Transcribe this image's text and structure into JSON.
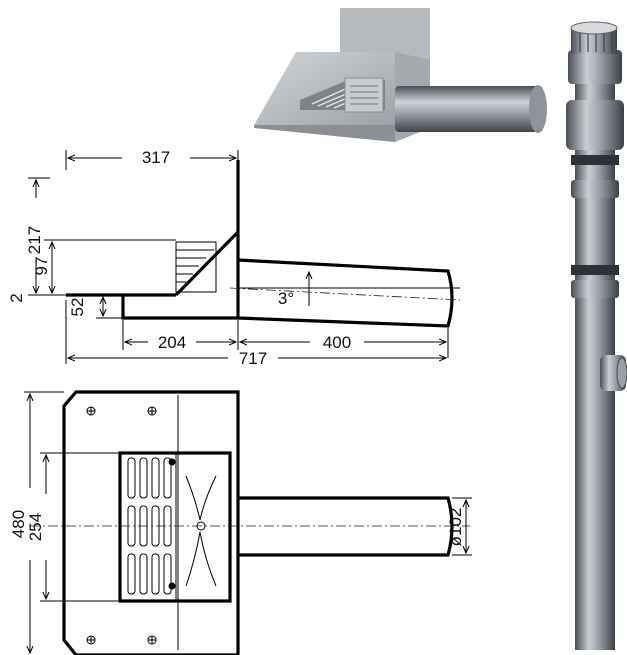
{
  "side_view": {
    "dims": {
      "top_width": "317",
      "total_height": "217",
      "grate_height": "97",
      "lip": "2",
      "step": "52",
      "funnel_length": "204",
      "pipe_length": "400",
      "total_length": "717",
      "slope": "3°"
    }
  },
  "plan_view": {
    "dims": {
      "plate_height": "480",
      "grate_height": "254",
      "pipe_diameter": "ø102"
    }
  },
  "colors": {
    "line": "#000000",
    "plate_fill": "#ffffff",
    "render_metal": "#8f959c",
    "render_plate": "#b9bcbf"
  }
}
